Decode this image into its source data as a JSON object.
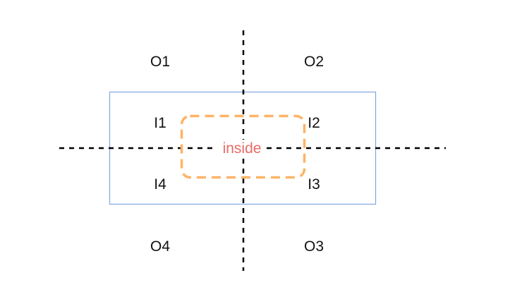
{
  "labels": {
    "outer": [
      "O1",
      "O2",
      "O3",
      "O4"
    ],
    "inner": [
      "I1",
      "I2",
      "I3",
      "I4"
    ],
    "center": "inside"
  },
  "colors": {
    "background": "#ffffff",
    "axis_line": "#000000",
    "outer_rect_stroke": "#7ea6e0",
    "inside_rect_stroke": "#ffb366",
    "inside_text": "#ea6b66",
    "text": "#111111"
  }
}
